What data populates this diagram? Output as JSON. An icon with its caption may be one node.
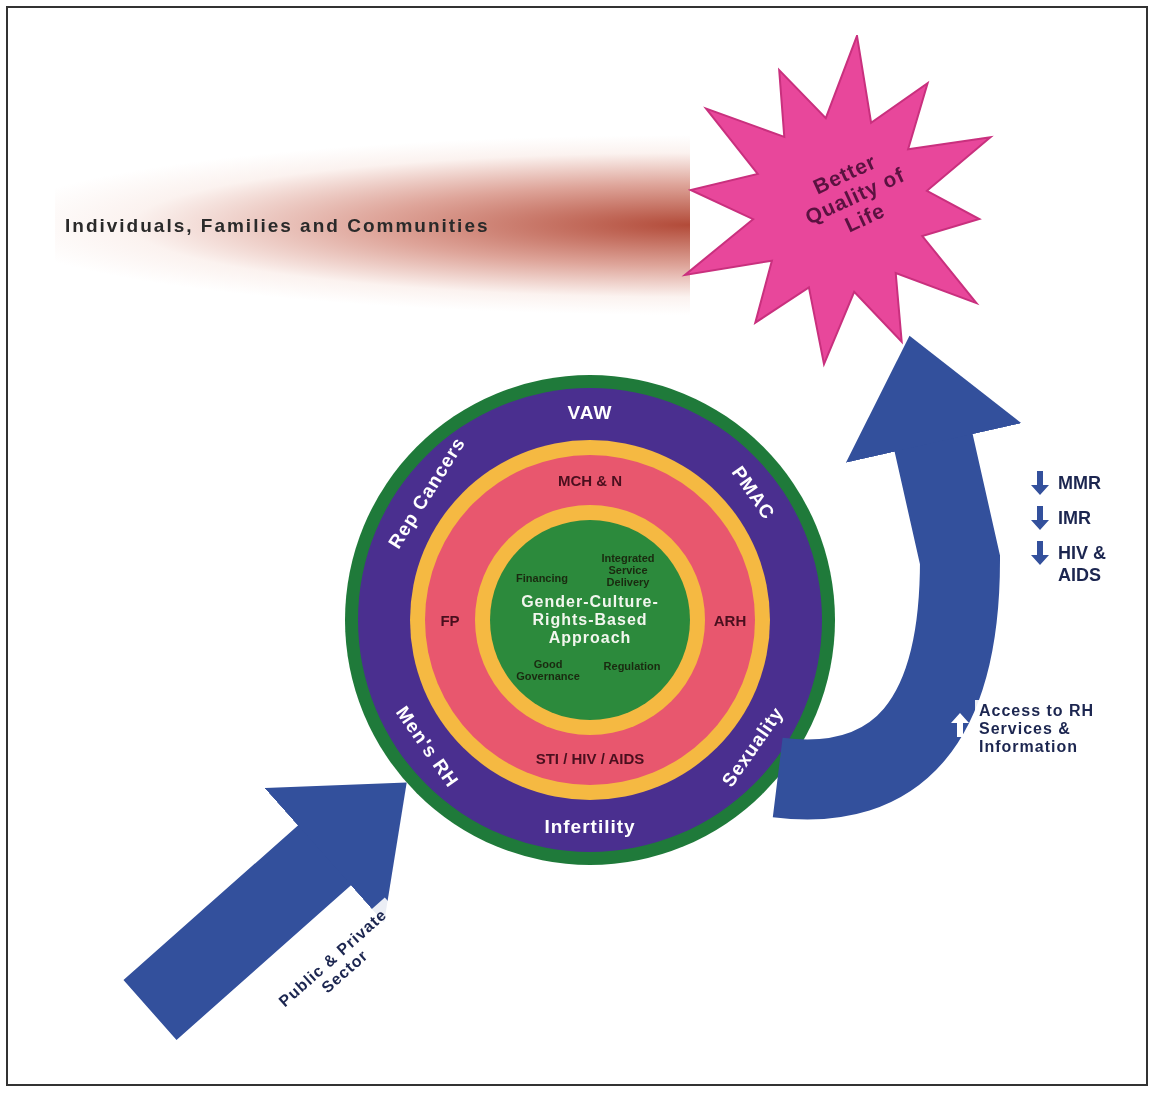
{
  "diagram": {
    "nodes": [
      {
        "text": [
          "Individuals, Families and Communities"
        ]
      },
      {
        "text": [
          "Better Quality of Life"
        ]
      },
      {
        "text": [
          "VAW",
          "Rep Cancers",
          "PMAC",
          "Men's RH",
          "Sexuality",
          "Infertility"
        ]
      },
      {
        "text": [
          "MCH & N",
          "FP",
          "ARH",
          "STI / HIV / AIDS"
        ],
        "in": 2
      },
      {
        "text": [
          "Financing",
          "Integrated Service Delivery",
          "Gender-Culture-Rights-Based Approach",
          "Good Governance",
          "Regulation"
        ],
        "in": 3
      }
    ],
    "edges": [
      {
        "from": null,
        "to": 2,
        "arrow": "to",
        "label": "Public & Private Sector"
      },
      {
        "from": 2,
        "to": 1,
        "arrow": "to",
        "label": "Access to RH Services & Information"
      }
    ],
    "labels": [
      "MMR",
      "IMR",
      "HIV & AIDS"
    ]
  }
}
